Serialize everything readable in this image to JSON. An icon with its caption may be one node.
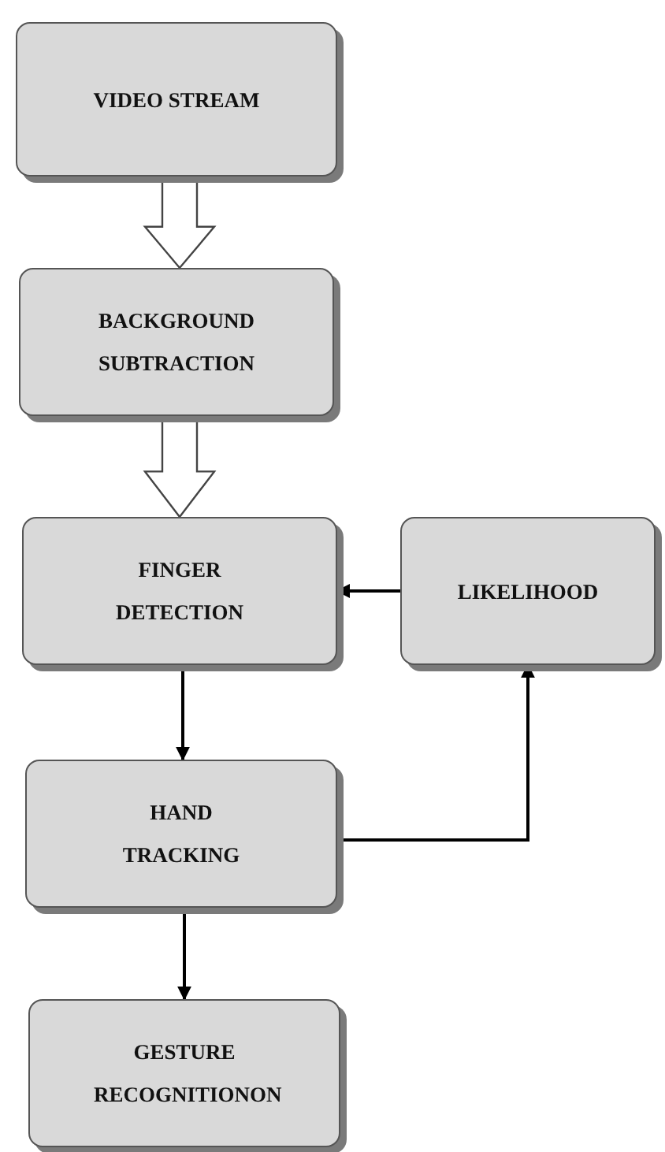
{
  "diagram": {
    "nodes": [
      {
        "text": [
          "VIDEO STREAM"
        ]
      },
      {
        "text": [
          "BACKGROUND SUBTRACTION"
        ]
      },
      {
        "text": [
          "FINGER DETECTION"
        ]
      },
      {
        "text": [
          "LIKELIHOOD"
        ]
      },
      {
        "text": [
          "HAND TRACKING"
        ]
      },
      {
        "text": [
          "GESTURE RECOGNITIONON"
        ]
      }
    ],
    "edges": [
      {
        "from": 0,
        "to": 1,
        "arrow": "to",
        "style": "thick"
      },
      {
        "from": 1,
        "to": 2,
        "arrow": "to",
        "style": "thick"
      },
      {
        "from": 3,
        "to": 2,
        "arrow": "to"
      },
      {
        "from": 2,
        "to": 4,
        "arrow": "to"
      },
      {
        "from": 4,
        "to": 3,
        "arrow": "to"
      },
      {
        "from": 4,
        "to": 5,
        "arrow": "to"
      }
    ]
  }
}
